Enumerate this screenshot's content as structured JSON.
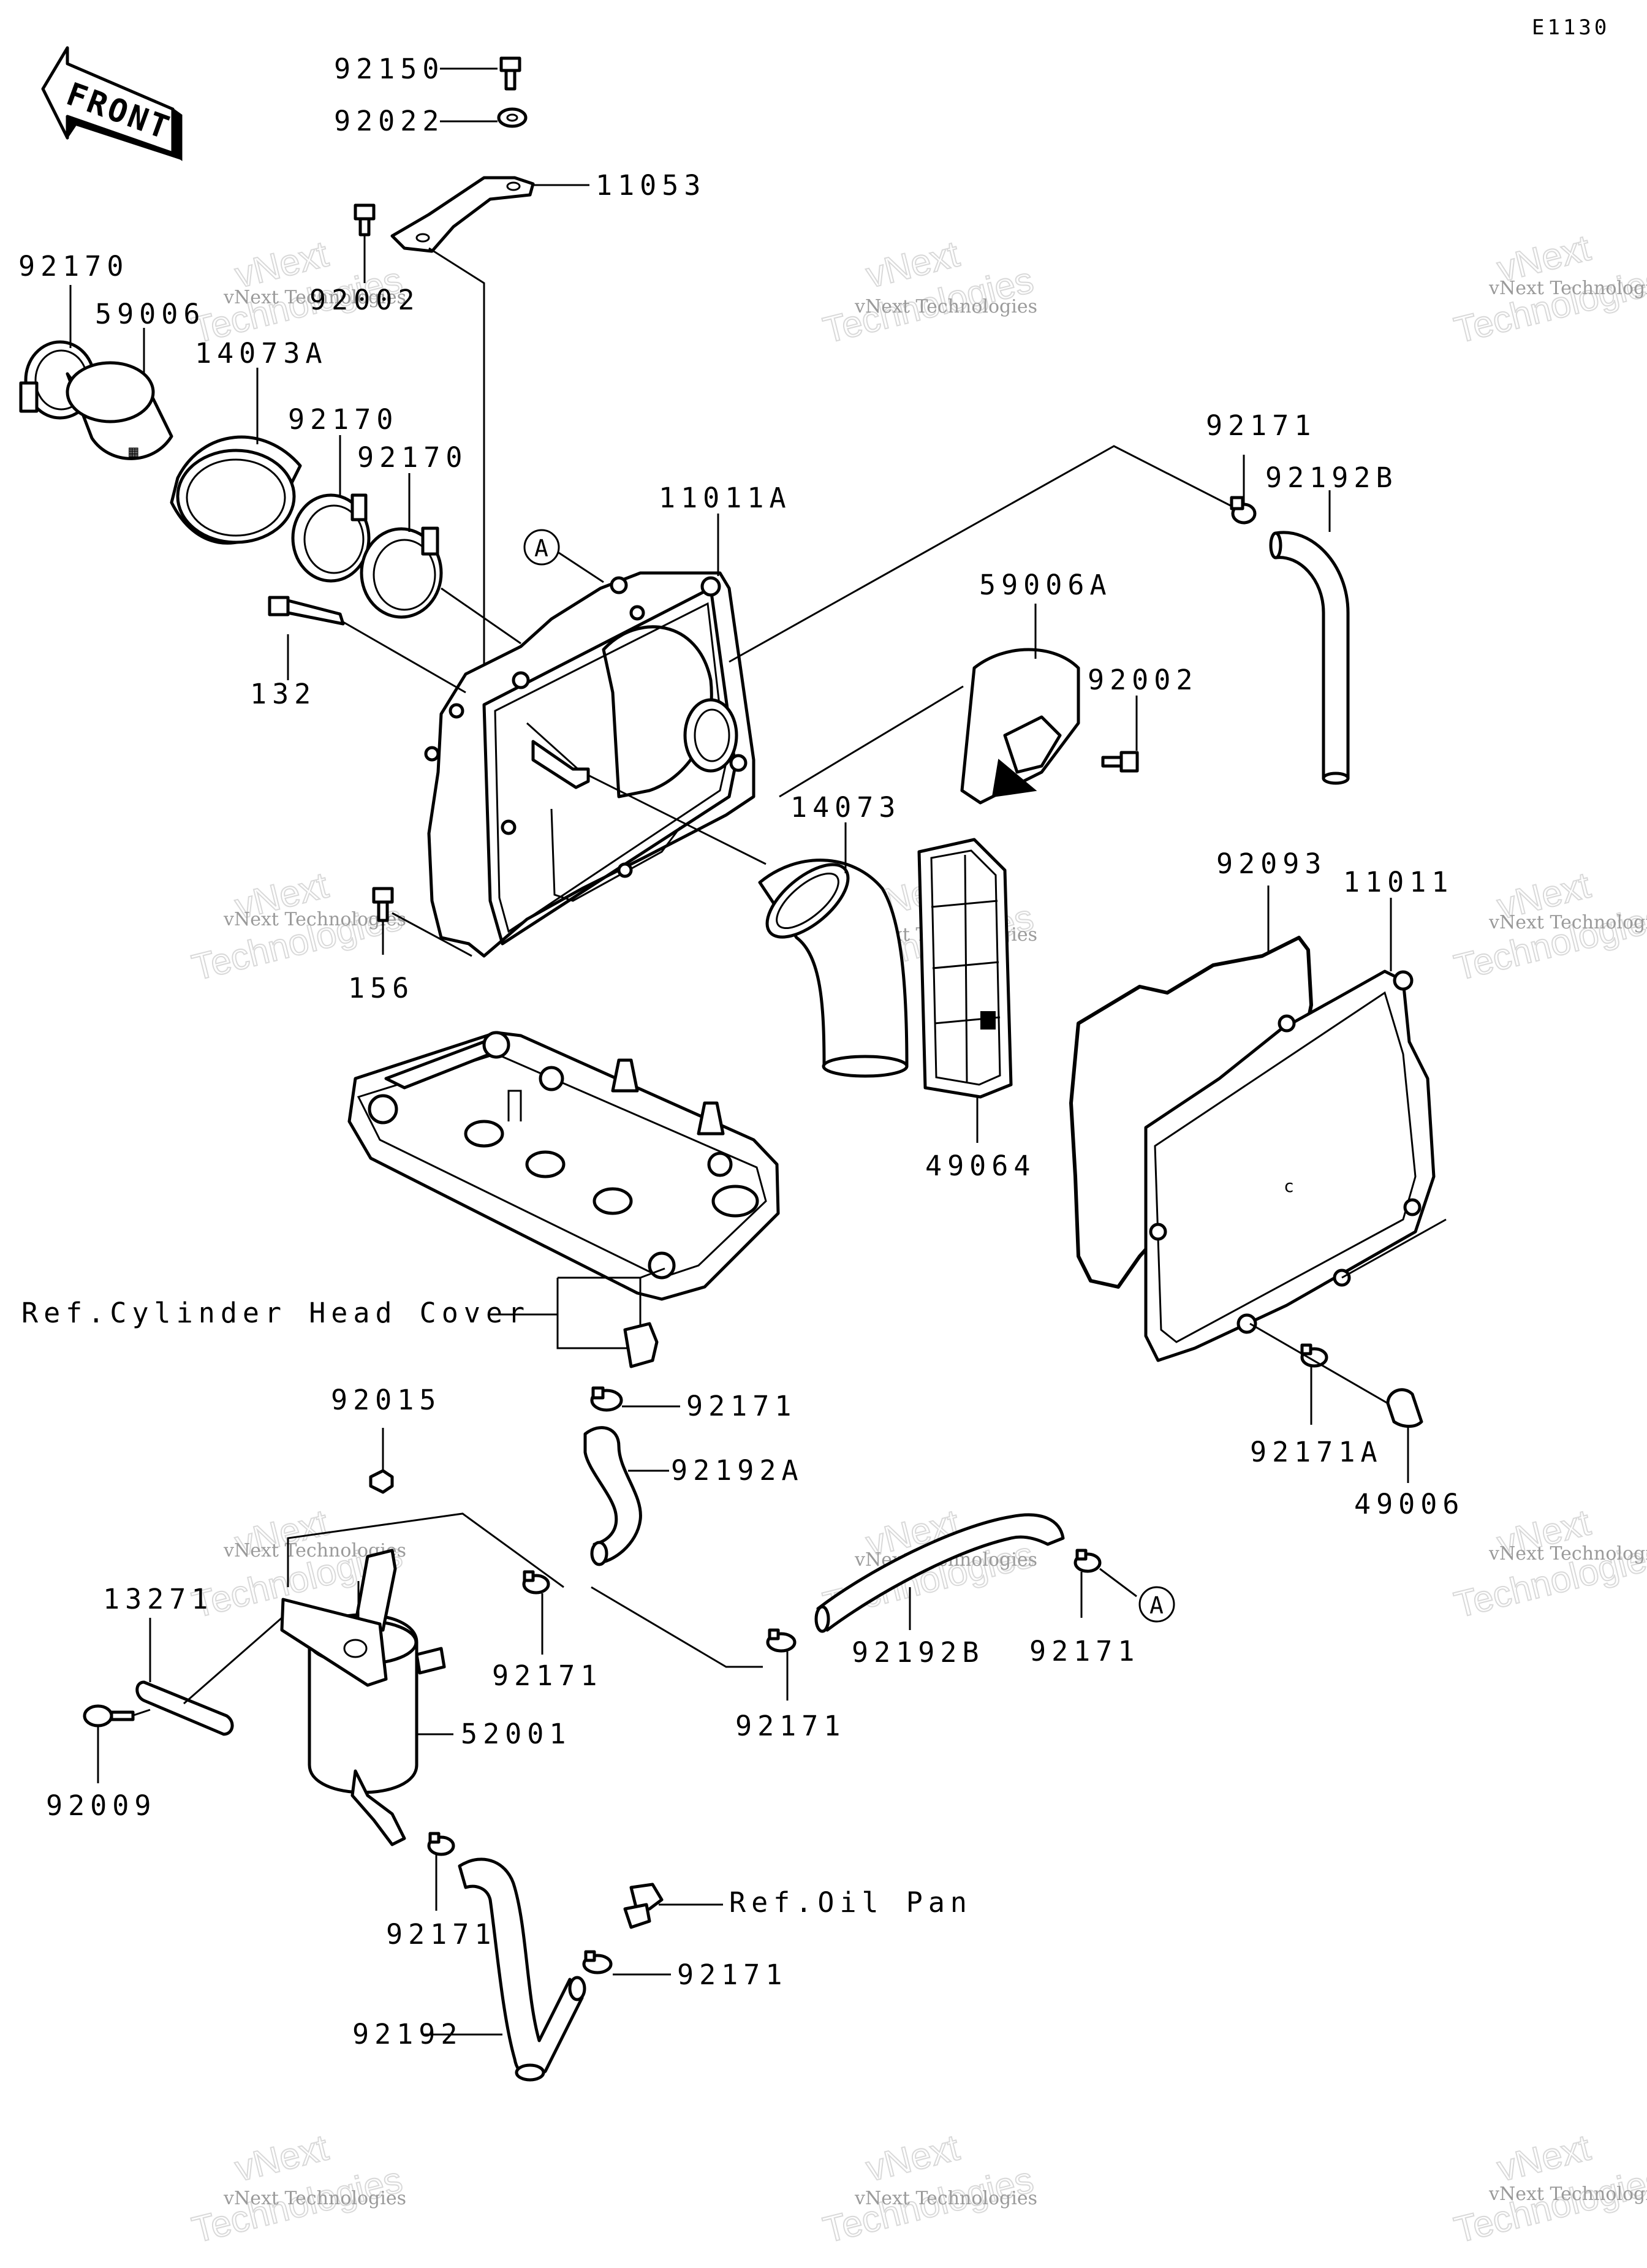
{
  "diagram_code": "E1130",
  "front_label": "FRONT",
  "callout_letter": "A",
  "part_labels": {
    "p92150": "92150",
    "p92022": "92022",
    "p11053": "11053",
    "p92002_top": "92002",
    "p92170_a": "92170",
    "p59006": "59006",
    "p14073A": "14073A",
    "p92170_b": "92170",
    "p92170_c": "92170",
    "p11011A": "11011A",
    "p132": "132",
    "p92171_top": "92171",
    "p92192B_top": "92192B",
    "p59006A": "59006A",
    "p92002_right": "92002",
    "p14073": "14073",
    "p92093": "92093",
    "p11011": "11011",
    "p156": "156",
    "p49064": "49064",
    "p92171_hose": "92171",
    "p92192A": "92192A",
    "p92171A": "92171A",
    "p49006": "49006",
    "p92015": "92015",
    "p13271": "13271",
    "p92171_tank": "92171",
    "p92171_mid": "92171",
    "p92192B_mid": "92192B",
    "p92171_right": "92171",
    "p52001": "52001",
    "p92009": "92009",
    "p92171_low": "92171",
    "p92171_oil": "92171",
    "p92192": "92192"
  },
  "references": {
    "cylinder_head_cover": "Ref.Cylinder Head Cover",
    "oil_pan": "Ref.Oil Pan"
  },
  "watermark": {
    "company": "vNext Technologies",
    "brand_top": "vNext",
    "brand_bottom": "Technologies"
  },
  "colors": {
    "line": "#000000",
    "background": "#ffffff",
    "watermark": "#9a9a9a"
  }
}
